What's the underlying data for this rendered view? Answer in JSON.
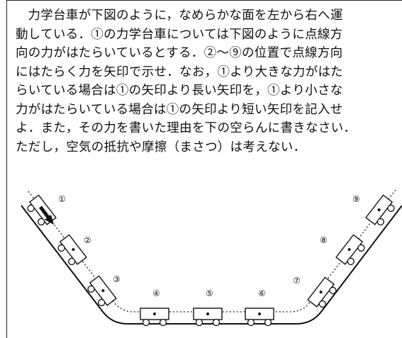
{
  "problem": {
    "lines": [
      "力学台車が下図のように，なめらかな面を左から右へ運",
      "動している．①の力学台車については下図のように点線方",
      "向の力がはたらいているとする．②〜⑨の位置で点線方向",
      "にはたらく力を矢印で示せ．なお，①より大きな力がはた",
      "らいている場合は①の矢印より長い矢印を，①より小さな",
      "力がはたらいている場合は①の矢印より短い矢印を記入せ",
      "よ．また，その力を書いた理由を下の空らんに書きなさい．",
      "ただし，空気の抵抗や摩擦（まさつ）は考えない．"
    ]
  },
  "figure": {
    "labels": [
      "①",
      "②",
      "③",
      "④",
      "⑤",
      "⑥",
      "⑦",
      "⑧",
      "⑨"
    ]
  }
}
